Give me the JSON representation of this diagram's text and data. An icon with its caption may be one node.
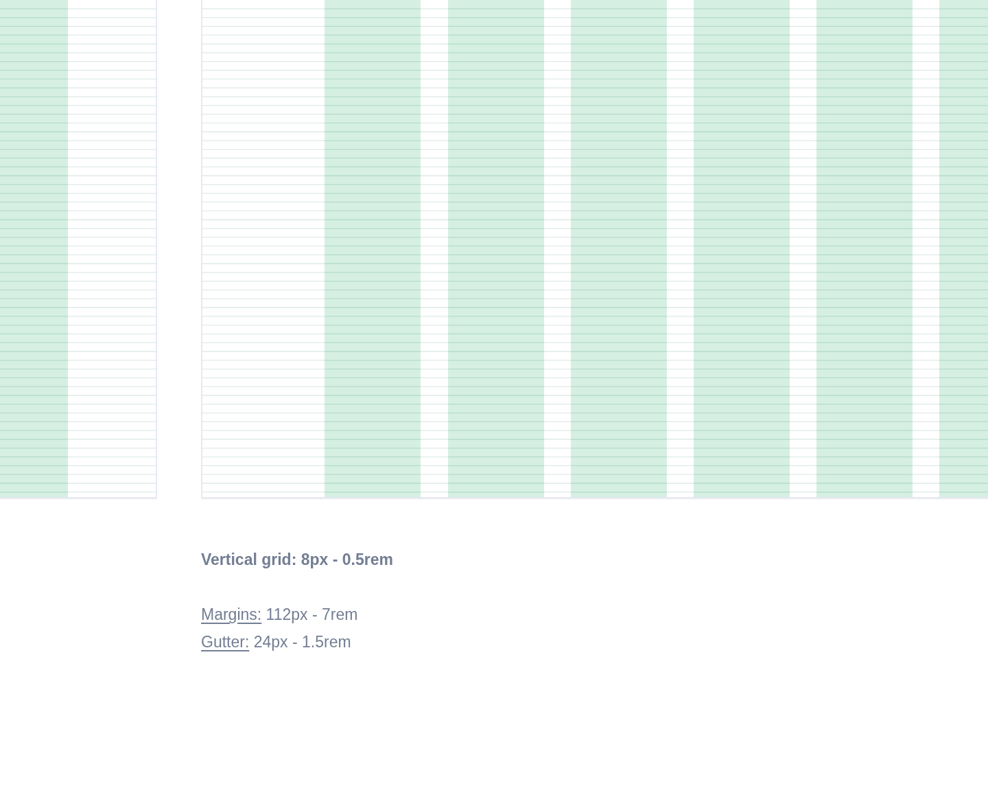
{
  "diagram": {
    "labels": [
      "Vertical grid: 8px - 0.5rem",
      "Margins: 112px - 7rem",
      "Gutter: 24px - 1.5rem"
    ]
  }
}
